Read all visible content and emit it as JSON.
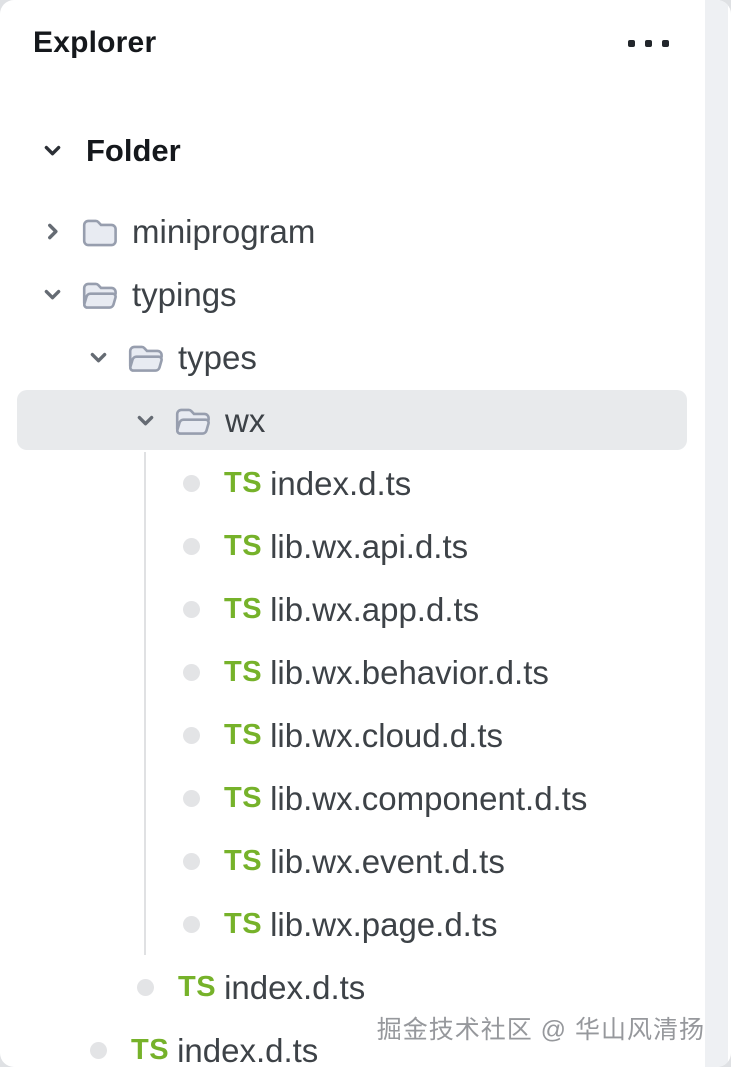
{
  "panel": {
    "title": "Explorer"
  },
  "section": {
    "label": "Folder"
  },
  "badges": {
    "ts": "TS"
  },
  "tree": {
    "items": [
      {
        "label": "miniprogram",
        "type": "folder",
        "state": "collapsed",
        "depth": 1
      },
      {
        "label": "typings",
        "type": "folder",
        "state": "expanded",
        "depth": 1
      },
      {
        "label": "types",
        "type": "folder",
        "state": "expanded",
        "depth": 2
      },
      {
        "label": "wx",
        "type": "folder",
        "state": "expanded",
        "depth": 3,
        "selected": true
      },
      {
        "label": "index.d.ts",
        "type": "file",
        "badge": "TS",
        "depth": 4
      },
      {
        "label": "lib.wx.api.d.ts",
        "type": "file",
        "badge": "TS",
        "depth": 4
      },
      {
        "label": "lib.wx.app.d.ts",
        "type": "file",
        "badge": "TS",
        "depth": 4
      },
      {
        "label": "lib.wx.behavior.d.ts",
        "type": "file",
        "badge": "TS",
        "depth": 4
      },
      {
        "label": "lib.wx.cloud.d.ts",
        "type": "file",
        "badge": "TS",
        "depth": 4
      },
      {
        "label": "lib.wx.component.d.ts",
        "type": "file",
        "badge": "TS",
        "depth": 4
      },
      {
        "label": "lib.wx.event.d.ts",
        "type": "file",
        "badge": "TS",
        "depth": 4
      },
      {
        "label": "lib.wx.page.d.ts",
        "type": "file",
        "badge": "TS",
        "depth": 4
      },
      {
        "label": "index.d.ts",
        "type": "file",
        "badge": "TS",
        "depth": 3
      },
      {
        "label": "index.d.ts",
        "type": "file",
        "badge": "TS",
        "depth": 2
      }
    ]
  },
  "watermark": {
    "text": "掘金技术社区 @ 华山风清扬"
  },
  "colors": {
    "ts_green": "#76b22a",
    "selected_row_bg": "#e8eaec",
    "label_text": "#3d4247",
    "title_text": "#15181c",
    "folder_icon_stroke": "#979eae",
    "folder_icon_fill": "#e8ebf2",
    "scroll_track": "#eef0f3",
    "indent_guide": "#e0e1e3"
  }
}
